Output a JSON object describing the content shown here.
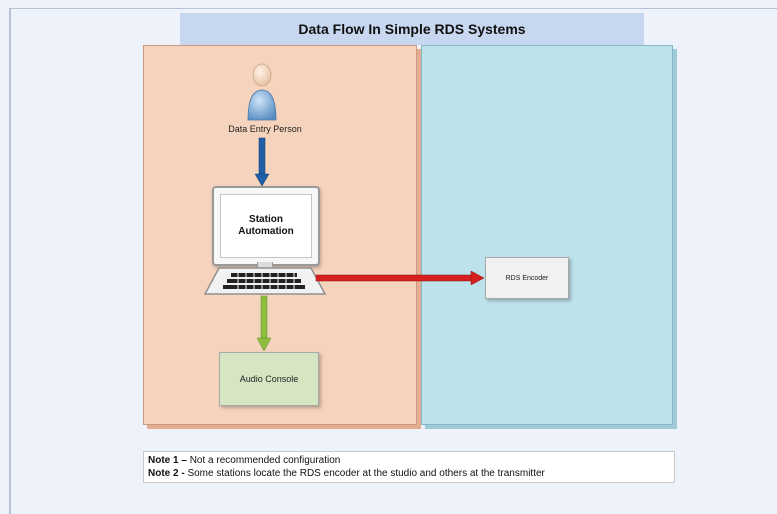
{
  "diagram": {
    "title": "Data Flow In Simple RDS Systems",
    "nodes": {
      "person": {
        "label": "Data Entry Person",
        "icon": "person-icon"
      },
      "station": {
        "label_line1": "Station",
        "label_line2": "Automation",
        "icon": "computer-icon"
      },
      "audio_console": {
        "label": "Audio Console"
      },
      "rds_encoder": {
        "label": "RDS Encoder"
      }
    },
    "edges": [
      {
        "from": "person",
        "to": "station",
        "color": "#1f5fa8"
      },
      {
        "from": "station",
        "to": "audio_console",
        "color": "#8cbf3f"
      },
      {
        "from": "station",
        "to": "rds_encoder",
        "color": "#d62020"
      }
    ],
    "zone_colors": {
      "left": "#f6d3bd",
      "right": "#bde2ec"
    }
  },
  "notes": [
    {
      "label": "Note 1",
      "sep": " – ",
      "text": "Not a recommended configuration"
    },
    {
      "label": "Note 2",
      "sep": " - ",
      "text": "Some stations locate the RDS encoder at the studio and others at the transmitter"
    }
  ]
}
